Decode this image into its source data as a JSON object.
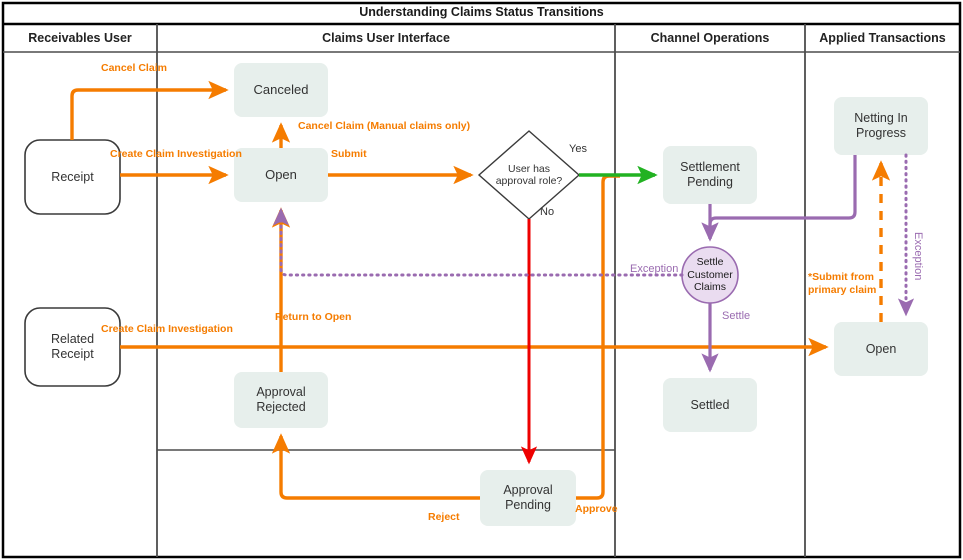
{
  "diagram": {
    "title": "Understanding Claims Status Transitions",
    "type": "swimlane-flowchart",
    "colors": {
      "orange": "#f57c00",
      "green": "#22b222",
      "red": "#ee0000",
      "purple": "#9a6bb0",
      "node_fill": "#e7efec",
      "node_text": "#333333",
      "lane_border": "#4d4d4d",
      "outer_border": "#000000",
      "page_bg": "#ffffff"
    },
    "lanes": [
      {
        "id": "receivables-user",
        "label": "Receivables User"
      },
      {
        "id": "claims-user-interface",
        "label": "Claims User Interface"
      },
      {
        "id": "channel-operations",
        "label": "Channel Operations"
      },
      {
        "id": "applied-transactions",
        "label": "Applied Transactions"
      }
    ],
    "nodes": [
      {
        "id": "receipt",
        "label": "Receipt",
        "shape": "rounded-terminator",
        "lane": "receivables-user"
      },
      {
        "id": "related-receipt",
        "label": "Related\nReceipt",
        "shape": "rounded-terminator",
        "lane": "receivables-user"
      },
      {
        "id": "canceled",
        "label": "Canceled",
        "shape": "state-box",
        "lane": "claims-user-interface"
      },
      {
        "id": "open-claims",
        "label": "Open",
        "shape": "state-box",
        "lane": "claims-user-interface"
      },
      {
        "id": "user-has-approval-role",
        "label": "User has\napproval role?",
        "shape": "decision-diamond",
        "lane": "claims-user-interface"
      },
      {
        "id": "approval-rejected",
        "label": "Approval\nRejected",
        "shape": "state-box",
        "lane": "claims-user-interface"
      },
      {
        "id": "approval-pending",
        "label": "Approval\nPending",
        "shape": "state-box",
        "lane": "claims-user-interface"
      },
      {
        "id": "settlement-pending",
        "label": "Settlement\nPending",
        "shape": "state-box",
        "lane": "channel-operations"
      },
      {
        "id": "settle-customer-claims",
        "label": "Settle\nCustomer\nClaims",
        "shape": "circle-process",
        "lane": "channel-operations"
      },
      {
        "id": "settled",
        "label": "Settled",
        "shape": "state-box",
        "lane": "channel-operations"
      },
      {
        "id": "netting-in-progress",
        "label": "Netting In\nProgress",
        "shape": "state-box",
        "lane": "applied-transactions"
      },
      {
        "id": "open-applied",
        "label": "Open",
        "shape": "state-box",
        "lane": "applied-transactions"
      }
    ],
    "edges": [
      {
        "id": "cancel-claim",
        "label": "Cancel Claim",
        "from": "receipt",
        "to": "canceled",
        "color": "#f57c00",
        "style": "solid"
      },
      {
        "id": "create-claim-investigation-1",
        "label": "Create Claim Investigation",
        "from": "receipt",
        "to": "open-claims",
        "color": "#f57c00",
        "style": "solid"
      },
      {
        "id": "cancel-claim-manual-only",
        "label": "Cancel Claim (Manual claims only)",
        "from": "open-claims",
        "to": "canceled",
        "color": "#f57c00",
        "style": "solid"
      },
      {
        "id": "submit",
        "label": "Submit",
        "from": "open-claims",
        "to": "user-has-approval-role",
        "color": "#f57c00",
        "style": "solid"
      },
      {
        "id": "yes",
        "label": "Yes",
        "from": "user-has-approval-role",
        "to": "settlement-pending",
        "color": "#22b222",
        "style": "solid"
      },
      {
        "id": "no",
        "label": "No",
        "from": "user-has-approval-role",
        "to": "approval-pending",
        "color": "#ee0000",
        "style": "solid"
      },
      {
        "id": "reject",
        "label": "Reject",
        "from": "approval-pending",
        "to": "approval-rejected",
        "color": "#f57c00",
        "style": "solid"
      },
      {
        "id": "approve",
        "label": "Approve",
        "from": "approval-pending",
        "to": "settlement-pending",
        "color": "#f57c00",
        "style": "solid"
      },
      {
        "id": "return-to-open",
        "label": "Return to Open",
        "from": "approval-rejected",
        "to": "open-claims",
        "color": "#f57c00",
        "style": "solid"
      },
      {
        "id": "exception-claims",
        "label": "Exception",
        "from": "settle-customer-claims",
        "to": "open-claims",
        "color": "#9a6bb0",
        "style": "dotted"
      },
      {
        "id": "settle",
        "label": "Settle",
        "from": "settle-customer-claims",
        "to": "settled",
        "color": "#9a6bb0",
        "style": "solid"
      },
      {
        "id": "settlement-to-settle",
        "label": "",
        "from": "settlement-pending",
        "to": "settle-customer-claims",
        "color": "#9a6bb0",
        "style": "solid"
      },
      {
        "id": "netting-to-settle",
        "label": "",
        "from": "netting-in-progress",
        "to": "settle-customer-claims",
        "color": "#9a6bb0",
        "style": "solid"
      },
      {
        "id": "exception-applied",
        "label": "Exception",
        "from": "netting-in-progress",
        "to": "open-applied",
        "color": "#9a6bb0",
        "style": "dotted"
      },
      {
        "id": "submit-from-primary-claim",
        "label": "*Submit from\nprimary claim",
        "from": "open-applied",
        "to": "netting-in-progress",
        "color": "#f57c00",
        "style": "dashed"
      },
      {
        "id": "create-claim-investigation-2",
        "label": "Create Claim Investigation",
        "from": "related-receipt",
        "to": "open-applied",
        "color": "#f57c00",
        "style": "solid"
      }
    ],
    "edge_labels": {
      "cancel_claim": "Cancel Claim",
      "create_claim_investigation": "Create Claim Investigation",
      "cancel_claim_manual": "Cancel Claim (Manual claims only)",
      "submit": "Submit",
      "yes": "Yes",
      "no": "No",
      "reject": "Reject",
      "approve": "Approve",
      "return_to_open": "Return to Open",
      "exception_left": "Exception",
      "exception_right": "Exception",
      "settle": "Settle",
      "submit_primary_line1": "*Submit from",
      "submit_primary_line2": "primary claim",
      "create_claim_investigation_2": "Create Claim Investigation"
    },
    "node_labels": {
      "receipt": "Receipt",
      "related_receipt_line1": "Related",
      "related_receipt_line2": "Receipt",
      "canceled": "Canceled",
      "open_claims": "Open",
      "decision_line1": "User has",
      "decision_line2": "approval role?",
      "approval_rejected_line1": "Approval",
      "approval_rejected_line2": "Rejected",
      "approval_pending_line1": "Approval",
      "approval_pending_line2": "Pending",
      "settlement_pending_line1": "Settlement",
      "settlement_pending_line2": "Pending",
      "settle_cc_line1": "Settle",
      "settle_cc_line2": "Customer",
      "settle_cc_line3": "Claims",
      "settled": "Settled",
      "netting_line1": "Netting In",
      "netting_line2": "Progress",
      "open_applied": "Open"
    }
  }
}
